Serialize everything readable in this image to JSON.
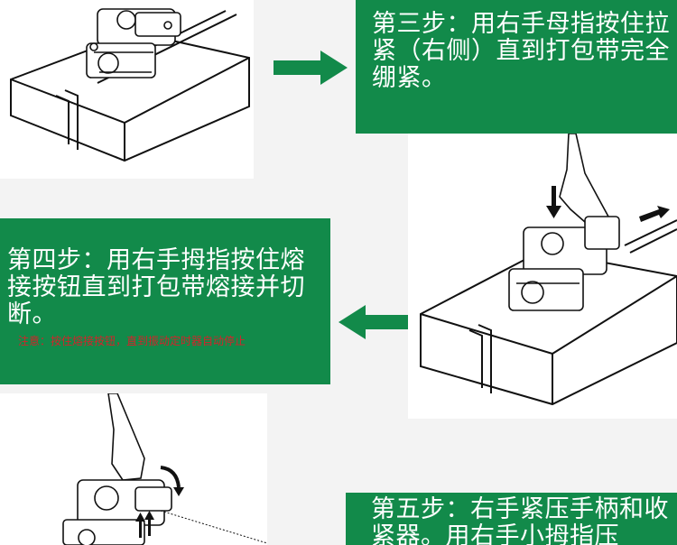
{
  "steps": {
    "step3": {
      "text": "第三步：用右手母指按住拉紧（右侧）直到打包带完全绷紧。"
    },
    "step4": {
      "text": "第四步：用右手拇指按住熔接按钮直到打包带熔接并切断。",
      "note": "注意：按住熔接按钮，直到振动定时器自动停止"
    },
    "step5": {
      "text": "第五步：右手紧压手柄和收紧器。用右手小拇指压"
    }
  },
  "colors": {
    "green": "#128a4a",
    "note_red": "#d3232a",
    "background": "#f3f3f3"
  },
  "icons": [
    "arrow-right-icon",
    "arrow-left-icon",
    "down-arrow-icon",
    "up-arrow-icon",
    "curved-arrow-icon"
  ]
}
